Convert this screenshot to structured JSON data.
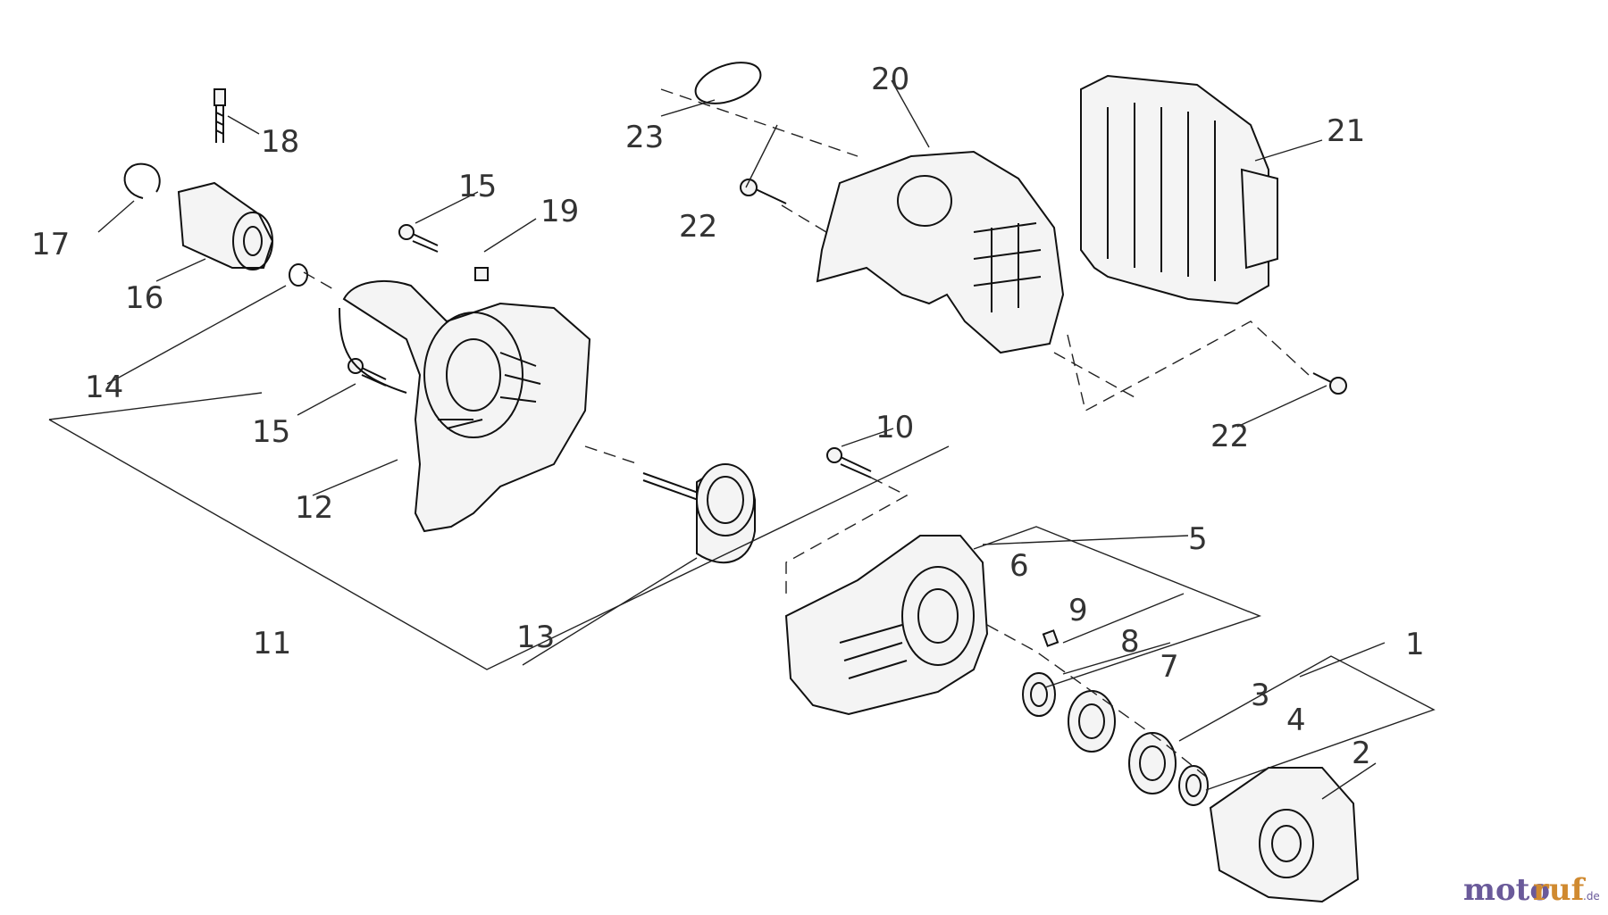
{
  "labels": {
    "p1": "1",
    "p2": "2",
    "p3": "3",
    "p4": "4",
    "p5": "5",
    "p6": "6",
    "p7": "7",
    "p8": "8",
    "p9": "9",
    "p10": "10",
    "p11": "11",
    "p12": "12",
    "p13": "13",
    "p14": "14",
    "p15a": "15",
    "p15b": "15",
    "p16": "16",
    "p17": "17",
    "p18": "18",
    "p19": "19",
    "p20": "20",
    "p21": "21",
    "p22a": "22",
    "p22b": "22",
    "p23": "23"
  },
  "watermark": {
    "brand_a": "moto",
    "brand_b": "ruf",
    "tld": ".de"
  }
}
